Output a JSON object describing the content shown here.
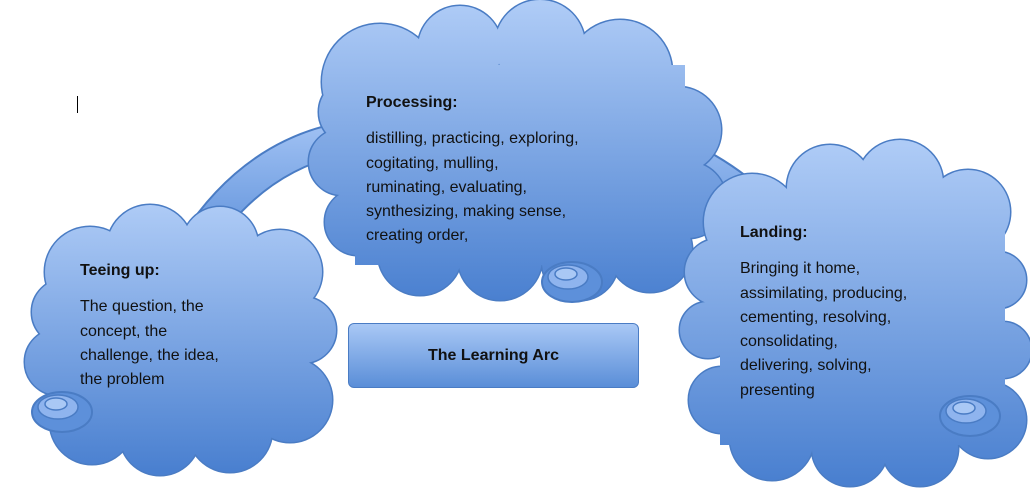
{
  "title_box": "The Learning Arc",
  "clouds": [
    {
      "title": "Teeing up:",
      "lines": [
        "The question, the",
        "concept, the",
        "challenge, the idea,",
        "the problem"
      ]
    },
    {
      "title": "Processing:",
      "lines": [
        "distilling, practicing, exploring,",
        "cogitating, mulling,",
        "ruminating, evaluating,",
        "synthesizing, making sense,",
        "creating order,"
      ]
    },
    {
      "title": "Landing:",
      "lines": [
        "Bringing it home,",
        "assimilating, producing,",
        "cementing, resolving,",
        "consolidating,",
        "delivering, solving,",
        "presenting"
      ]
    }
  ],
  "colors": {
    "cloud_top": "#a9c8f5",
    "cloud_bottom": "#4a80d0",
    "outline": "#4a7cc4"
  }
}
